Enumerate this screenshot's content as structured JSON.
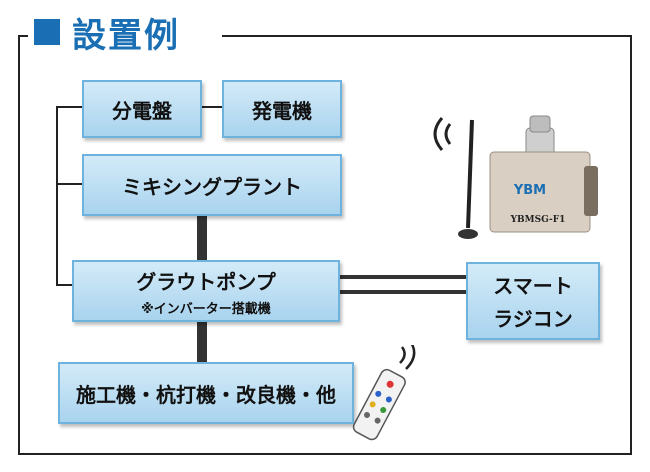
{
  "title": "設置例",
  "nodes": {
    "distribution_board": "分電盤",
    "generator": "発電機",
    "mixing_plant": "ミキシングプラント",
    "grout_pump": "グラウトポンプ",
    "grout_pump_note": "※インバーター搭載機",
    "smart_remote_line1": "スマート",
    "smart_remote_line2": "ラジコン",
    "machines": "施工機・杭打機・改良機・他"
  },
  "device_labels": {
    "brand": "YBM",
    "model": "YBMSG-F1"
  },
  "colors": {
    "title": "#1a6fb4",
    "box_fill": "#bfe0f4",
    "box_border": "#6eb3de"
  },
  "icons": [
    "antenna-icon",
    "wireless-signal-icon",
    "remote-control-icon",
    "receiver-unit-icon"
  ]
}
